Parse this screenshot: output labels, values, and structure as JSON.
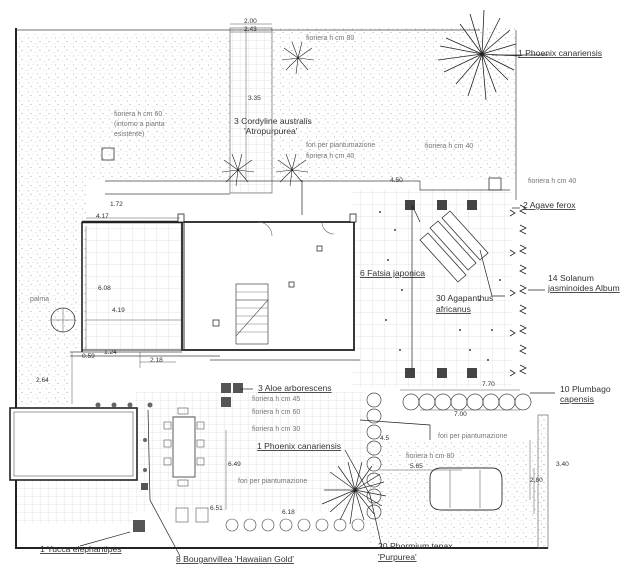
{
  "plant_labels": {
    "phoenix_top": "1 Phoenix canariensis",
    "cordyline_1": "3 Cordyline australis",
    "cordyline_2": "'Atropurpurea'",
    "agave": "2 Agave ferox",
    "fatsia": "6 Fatsia japonica",
    "solanum_1": "14 Solanum",
    "solanum_2": "jasminoides Album",
    "agapanthus_1": "30 Agapanthus",
    "agapanthus_2": "africanus",
    "aloe": "3 Aloe arborescens",
    "plumbago_1": "10 Plumbago",
    "plumbago_2": "capensis",
    "phoenix_mid": "1 Phoenix canariensis",
    "phormium_1": "20 Phormium tenax",
    "phormium_2": "'Purpurea'",
    "yucca": "1 Yucca elephantipes",
    "bougainvillea": "8 Bouganvillea 'Hawaiian Gold'",
    "palma": "palma"
  },
  "notes": {
    "fioriera_80_top": "fioriera h cm 80",
    "fioriera_60_left_1": "fioriera h cm 60",
    "fioriera_60_left_2": "(intorno a pianta",
    "fioriera_60_left_3": "esistente)",
    "fori_top": "fori per piantumazione",
    "fioriera_40_a": "fioriera h cm 40",
    "fioriera_40_b": "fioriera h cm 40",
    "fioriera_40_c": "fioriera h cm 40",
    "fioriera_45": "fioriera h cm 45",
    "fioriera_60_mid": "fioriera h cm 60",
    "fioriera_30": "fioriera h cm 30",
    "fioriera_80_bottom": "fioriera h cm 80",
    "fori_bottom_mid": "fori per piantumazione",
    "fori_bottom_right": "fori per piantumazione"
  },
  "dimensions": {
    "d_200": "2.00",
    "d_243": "2.43",
    "d_335": "3.35",
    "d_172": "1.72",
    "d_417": "4.17",
    "d_608": "6.08",
    "d_419": "4.19",
    "d_059": "0.59",
    "d_124": "1.24",
    "d_218": "2.18",
    "d_264": "2.64",
    "d_450": "4.50",
    "d_770": "7.70",
    "d_700": "7.00",
    "d_565": "5.65",
    "d_649": "6.49",
    "d_651": "6.51",
    "d_618": "6.18",
    "d_340": "3.40",
    "d_280": "2.80",
    "d_45": "4.5"
  },
  "colors": {
    "ink": "#222222",
    "text": "#333333",
    "hatch": "#bdbdbd",
    "leader": "#222222"
  }
}
